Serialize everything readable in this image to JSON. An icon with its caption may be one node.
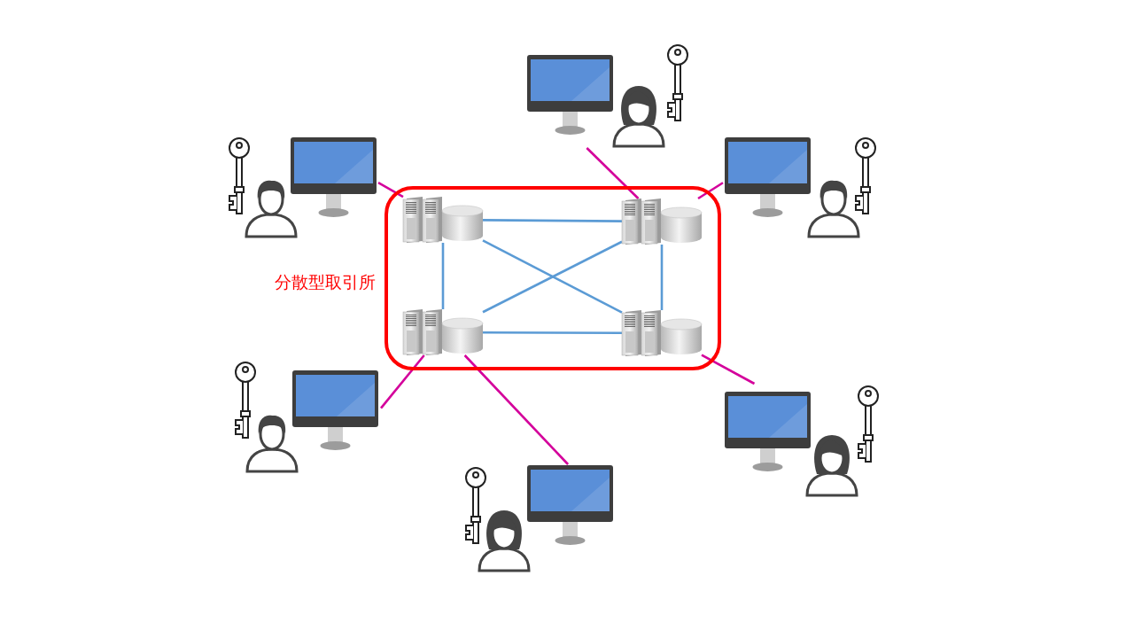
{
  "diagram": {
    "nodes": [
      {
        "text": [
          "分散型取引所"
        ]
      },
      {
        "text": [],
        "shape": "picture",
        "in": 0
      },
      {
        "text": [],
        "shape": "picture",
        "in": 0
      },
      {
        "text": [],
        "shape": "picture",
        "in": 0
      },
      {
        "text": [],
        "shape": "picture",
        "in": 0
      },
      {
        "text": [],
        "shape": "picture"
      },
      {
        "text": [],
        "shape": "picture"
      },
      {
        "text": [],
        "shape": "picture"
      },
      {
        "text": [],
        "shape": "picture"
      },
      {
        "text": [],
        "shape": "picture"
      },
      {
        "text": [],
        "shape": "picture"
      }
    ],
    "edges": [
      {
        "from": 1,
        "to": 2,
        "arrow": "none"
      },
      {
        "from": 1,
        "to": 3,
        "arrow": "none"
      },
      {
        "from": 1,
        "to": 4,
        "arrow": "none"
      },
      {
        "from": 2,
        "to": 3,
        "arrow": "none"
      },
      {
        "from": 2,
        "to": 4,
        "arrow": "none"
      },
      {
        "from": 3,
        "to": 4,
        "arrow": "none"
      },
      {
        "from": 5,
        "to": 2,
        "arrow": "none",
        "color": "#d4009b"
      },
      {
        "from": 6,
        "to": 1,
        "arrow": "none",
        "color": "#d4009b"
      },
      {
        "from": 7,
        "to": 2,
        "arrow": "none",
        "color": "#d4009b"
      },
      {
        "from": 8,
        "to": 3,
        "arrow": "none",
        "color": "#d4009b"
      },
      {
        "from": 9,
        "to": 4,
        "arrow": "none",
        "color": "#d4009b"
      },
      {
        "from": 10,
        "to": 3,
        "arrow": "none",
        "color": "#d4009b"
      }
    ]
  }
}
